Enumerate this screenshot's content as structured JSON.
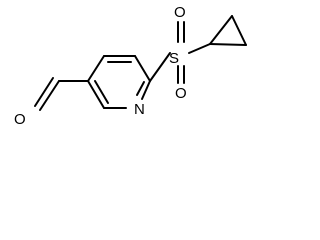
{
  "molecule": {
    "atoms": {
      "oxygen_aldehyde": "O",
      "nitrogen_ring": "N",
      "sulfur": "S",
      "oxygen_sulfonyl_top": "O",
      "oxygen_sulfonyl_bottom": "O"
    }
  }
}
